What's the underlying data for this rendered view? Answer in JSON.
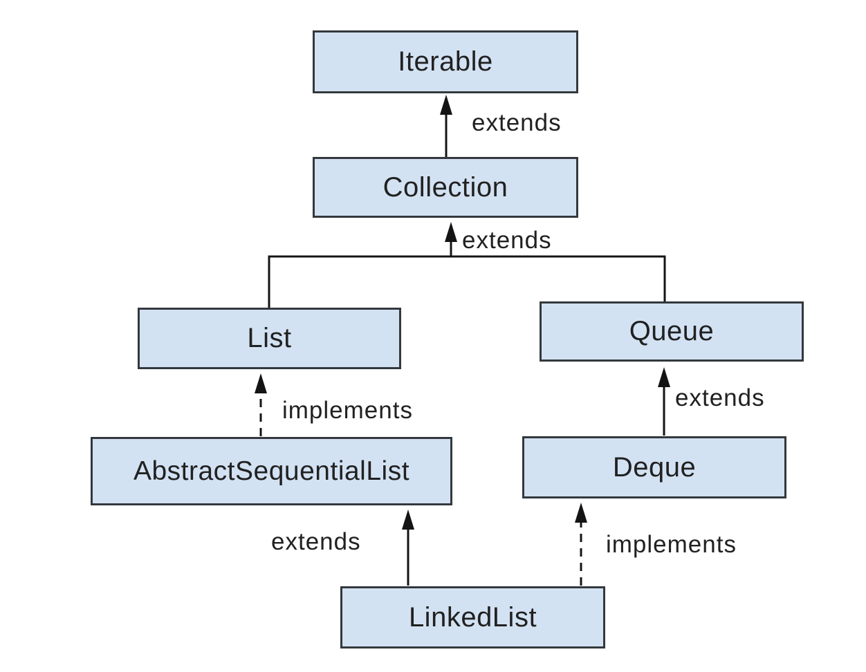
{
  "diagram": {
    "type": "class-hierarchy",
    "nodes": [
      {
        "id": "iterable",
        "label": "Iterable"
      },
      {
        "id": "collection",
        "label": "Collection"
      },
      {
        "id": "list",
        "label": "List"
      },
      {
        "id": "queue",
        "label": "Queue"
      },
      {
        "id": "abstract-sequential-list",
        "label": "AbstractSequentialList"
      },
      {
        "id": "deque",
        "label": "Deque"
      },
      {
        "id": "linked-list",
        "label": "LinkedList"
      }
    ],
    "edges": [
      {
        "from": "Collection",
        "to": "Iterable",
        "label": "extends",
        "style": "solid"
      },
      {
        "from": "List",
        "to": "Collection",
        "label": "extends",
        "style": "solid"
      },
      {
        "from": "Queue",
        "to": "Collection",
        "label": "extends",
        "style": "solid"
      },
      {
        "from": "AbstractSequentialList",
        "to": "List",
        "label": "implements",
        "style": "dashed"
      },
      {
        "from": "Deque",
        "to": "Queue",
        "label": "extends",
        "style": "solid"
      },
      {
        "from": "LinkedList",
        "to": "AbstractSequentialList",
        "label": "extends",
        "style": "solid"
      },
      {
        "from": "LinkedList",
        "to": "Deque",
        "label": "implements",
        "style": "dashed"
      }
    ],
    "colors": {
      "node_fill": "#d3e2f3",
      "node_border": "#33383c",
      "line": "#141414",
      "text": "#212121",
      "background": "#ffffff"
    }
  }
}
